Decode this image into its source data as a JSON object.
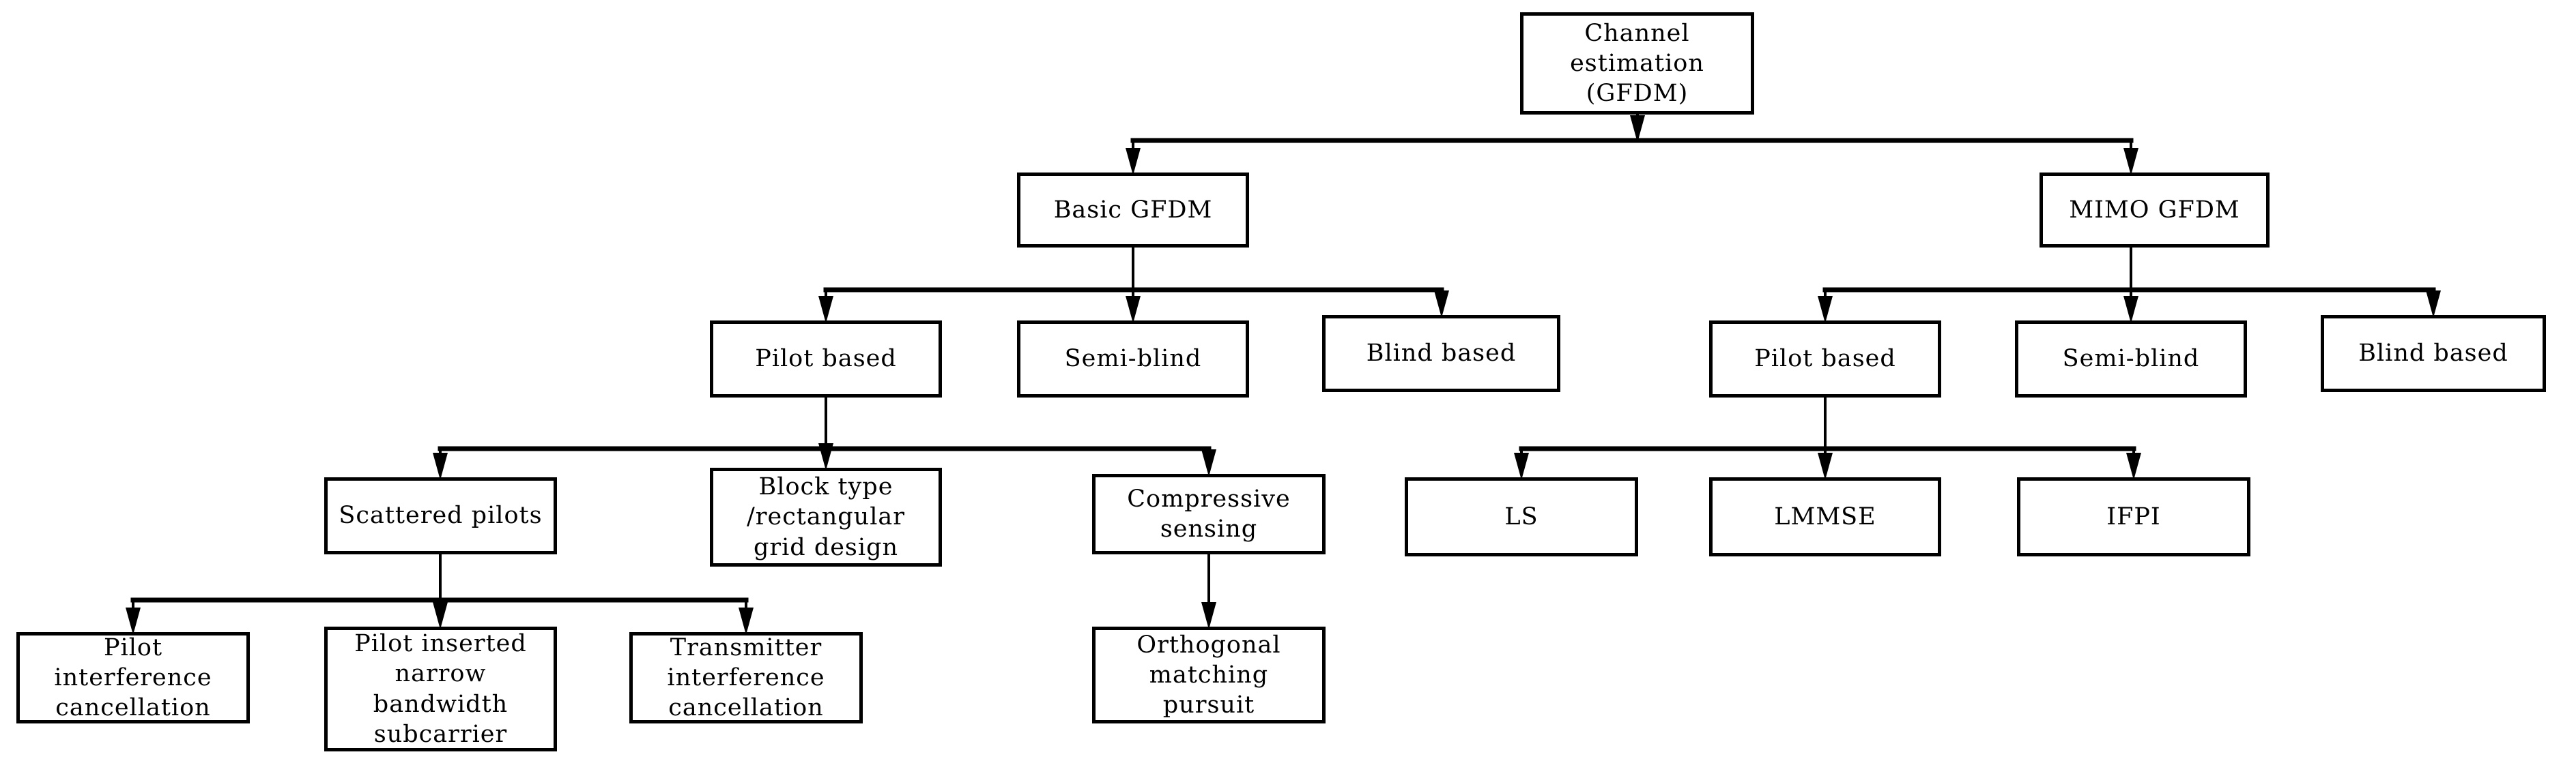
{
  "diagram": {
    "type": "tree",
    "background_color": "#ffffff",
    "line_color": "#000000",
    "nodes": {
      "root": {
        "label": "Channel\nestimation\n(GFDM)"
      },
      "basic_gfdm": {
        "label": "Basic GFDM"
      },
      "mimo_gfdm": {
        "label": "MIMO GFDM"
      },
      "pilot_based_basic": {
        "label": "Pilot based"
      },
      "semi_blind_basic": {
        "label": "Semi-blind"
      },
      "blind_based_basic": {
        "label": "Blind based"
      },
      "pilot_based_mimo": {
        "label": "Pilot based"
      },
      "semi_blind_mimo": {
        "label": "Semi-blind"
      },
      "blind_based_mimo": {
        "label": "Blind based"
      },
      "scattered_pilots": {
        "label": "Scattered pilots"
      },
      "block_type_grid": {
        "label": "Block type\n/rectangular\ngrid design"
      },
      "compressive_sensing": {
        "label": "Compressive\nsensing"
      },
      "ls": {
        "label": "LS"
      },
      "lmmse": {
        "label": "LMMSE"
      },
      "ifpi": {
        "label": "IFPI"
      },
      "pilot_interference_cancellation": {
        "label": "Pilot\ninterference\ncancellation"
      },
      "pilot_inserted_narrow_bw_subcarrier": {
        "label": "Pilot inserted\nnarrow\nbandwidth\nsubcarrier"
      },
      "transmitter_interference_cancellation": {
        "label": "Transmitter\ninterference\ncancellation"
      },
      "orthogonal_matching_pursuit": {
        "label": "Orthogonal\nmatching\npursuit"
      }
    },
    "edges": [
      [
        "root",
        "basic_gfdm"
      ],
      [
        "root",
        "mimo_gfdm"
      ],
      [
        "basic_gfdm",
        "pilot_based_basic"
      ],
      [
        "basic_gfdm",
        "semi_blind_basic"
      ],
      [
        "basic_gfdm",
        "blind_based_basic"
      ],
      [
        "mimo_gfdm",
        "pilot_based_mimo"
      ],
      [
        "mimo_gfdm",
        "semi_blind_mimo"
      ],
      [
        "mimo_gfdm",
        "blind_based_mimo"
      ],
      [
        "pilot_based_basic",
        "scattered_pilots"
      ],
      [
        "pilot_based_basic",
        "block_type_grid"
      ],
      [
        "pilot_based_basic",
        "compressive_sensing"
      ],
      [
        "pilot_based_mimo",
        "ls"
      ],
      [
        "pilot_based_mimo",
        "lmmse"
      ],
      [
        "pilot_based_mimo",
        "ifpi"
      ],
      [
        "scattered_pilots",
        "pilot_interference_cancellation"
      ],
      [
        "scattered_pilots",
        "pilot_inserted_narrow_bw_subcarrier"
      ],
      [
        "scattered_pilots",
        "transmitter_interference_cancellation"
      ],
      [
        "compressive_sensing",
        "orthogonal_matching_pursuit"
      ]
    ]
  }
}
